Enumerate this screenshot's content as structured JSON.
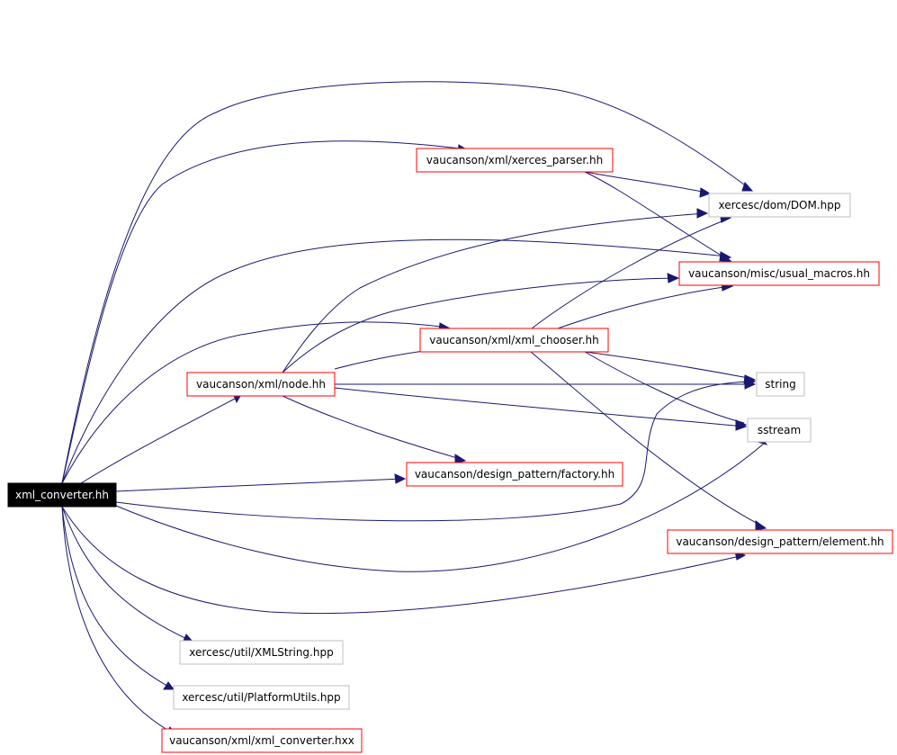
{
  "diagram": {
    "type": "include dependency graph",
    "colors": {
      "edge": "#191970",
      "root_fill": "#000000",
      "root_text": "#ffffff",
      "documented_border": "#ff0000",
      "undocumented_border": "#bfbfbf"
    },
    "nodes": [
      {
        "id": "root",
        "label": "xml_converter.hh",
        "style": "root"
      },
      {
        "id": "xerces_parser",
        "label": "vaucanson/xml/xerces_parser.hh",
        "style": "red"
      },
      {
        "id": "dom",
        "label": "xercesc/dom/DOM.hpp",
        "style": "grey"
      },
      {
        "id": "usual_macros",
        "label": "vaucanson/misc/usual_macros.hh",
        "style": "red"
      },
      {
        "id": "xml_chooser",
        "label": "vaucanson/xml/xml_chooser.hh",
        "style": "red"
      },
      {
        "id": "node",
        "label": "vaucanson/xml/node.hh",
        "style": "red"
      },
      {
        "id": "string",
        "label": "string",
        "style": "grey"
      },
      {
        "id": "sstream",
        "label": "sstream",
        "style": "grey"
      },
      {
        "id": "factory",
        "label": "vaucanson/design_pattern/factory.hh",
        "style": "red"
      },
      {
        "id": "element",
        "label": "vaucanson/design_pattern/element.hh",
        "style": "red"
      },
      {
        "id": "xmlstring",
        "label": "xercesc/util/XMLString.hpp",
        "style": "grey"
      },
      {
        "id": "platformutils",
        "label": "xercesc/util/PlatformUtils.hpp",
        "style": "grey"
      },
      {
        "id": "converter_hxx",
        "label": "vaucanson/xml/xml_converter.hxx",
        "style": "red"
      }
    ],
    "edges": [
      [
        "root",
        "xerces_parser"
      ],
      [
        "root",
        "dom"
      ],
      [
        "root",
        "usual_macros"
      ],
      [
        "root",
        "xml_chooser"
      ],
      [
        "root",
        "node"
      ],
      [
        "root",
        "factory"
      ],
      [
        "root",
        "string"
      ],
      [
        "root",
        "sstream"
      ],
      [
        "root",
        "element"
      ],
      [
        "root",
        "xmlstring"
      ],
      [
        "root",
        "platformutils"
      ],
      [
        "root",
        "converter_hxx"
      ],
      [
        "xerces_parser",
        "dom"
      ],
      [
        "xerces_parser",
        "usual_macros"
      ],
      [
        "xml_chooser",
        "dom"
      ],
      [
        "xml_chooser",
        "usual_macros"
      ],
      [
        "xml_chooser",
        "string"
      ],
      [
        "xml_chooser",
        "sstream"
      ],
      [
        "xml_chooser",
        "element"
      ],
      [
        "node",
        "dom"
      ],
      [
        "node",
        "usual_macros"
      ],
      [
        "node",
        "xml_chooser"
      ],
      [
        "node",
        "string"
      ],
      [
        "node",
        "sstream"
      ],
      [
        "node",
        "factory"
      ]
    ]
  }
}
